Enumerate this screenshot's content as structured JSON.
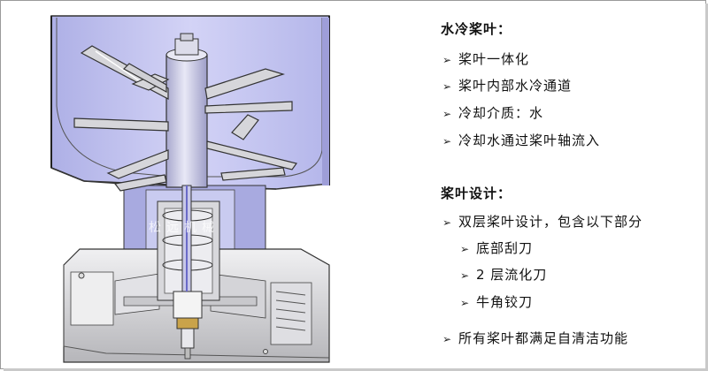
{
  "watermark": "松远机械",
  "section_water_cooling": {
    "heading": "水冷桨叶：",
    "items": [
      "桨叶一体化",
      "桨叶内部水冷通道",
      "冷却介质：水",
      "冷却水通过桨叶轴流入"
    ]
  },
  "section_blade_design": {
    "heading": "桨叶设计：",
    "items": [
      "双层桨叶设计，包含以下部分"
    ],
    "sub_items": [
      "底部刮刀",
      "2 层流化刀",
      "牛角铰刀"
    ],
    "footer": "所有桨叶都满足自清洁功能"
  },
  "bullet_glyph": "➢",
  "colors": {
    "tank_fill": "#c4c4ee",
    "metal_light": "#e6e6e8",
    "metal_mid": "#b8b8bc",
    "outline": "#333333",
    "blade_fill": "#d0d0d4",
    "bearing_gold": "#c9a34a"
  }
}
